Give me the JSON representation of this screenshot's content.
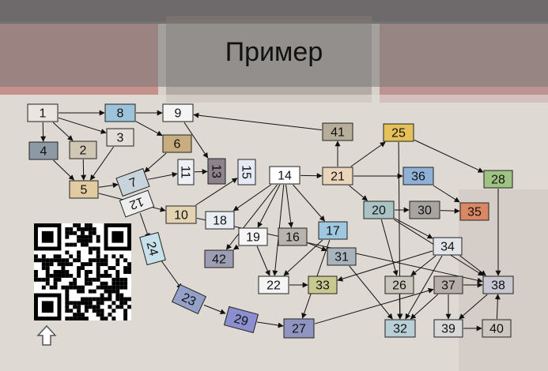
{
  "slide": {
    "title": "Пример"
  },
  "colors": {
    "title_band": "#7a7a7a",
    "edge": "#111111",
    "node_border": "#222222"
  },
  "icons": {
    "qr": "qr-code-icon",
    "nav": "up-arrow-icon"
  },
  "graph": {
    "nodes": [
      {
        "id": "1",
        "label": "1",
        "fill": "#eae6df"
      },
      {
        "id": "2",
        "label": "2",
        "fill": "#cfc6b4"
      },
      {
        "id": "3",
        "label": "3",
        "fill": "#e2ddd6"
      },
      {
        "id": "4",
        "label": "4",
        "fill": "#8d9aa6"
      },
      {
        "id": "5",
        "label": "5",
        "fill": "#e3cba1"
      },
      {
        "id": "6",
        "label": "6",
        "fill": "#c8ae7e"
      },
      {
        "id": "7",
        "label": "7",
        "fill": "#c9d3dc"
      },
      {
        "id": "8",
        "label": "8",
        "fill": "#9cc3d9"
      },
      {
        "id": "9",
        "label": "9",
        "fill": "#f4f4f4"
      },
      {
        "id": "10",
        "label": "10",
        "fill": "#e3d3b3"
      },
      {
        "id": "11",
        "label": "11",
        "fill": "#eef0f5"
      },
      {
        "id": "12",
        "label": "12",
        "fill": "#eeeeee"
      },
      {
        "id": "13",
        "label": "13",
        "fill": "#8b828a"
      },
      {
        "id": "14",
        "label": "14",
        "fill": "#ffffff"
      },
      {
        "id": "15",
        "label": "15",
        "fill": "#e6eaf5"
      },
      {
        "id": "16",
        "label": "16",
        "fill": "#b7b4ae"
      },
      {
        "id": "17",
        "label": "17",
        "fill": "#9ec7e0"
      },
      {
        "id": "18",
        "label": "18",
        "fill": "#e8eef4"
      },
      {
        "id": "19",
        "label": "19",
        "fill": "#f6f6f6"
      },
      {
        "id": "20",
        "label": "20",
        "fill": "#a9c2c4"
      },
      {
        "id": "21",
        "label": "21",
        "fill": "#ead5bb"
      },
      {
        "id": "22",
        "label": "22",
        "fill": "#f4f4f4"
      },
      {
        "id": "23",
        "label": "23",
        "fill": "#93a0c7"
      },
      {
        "id": "24",
        "label": "24",
        "fill": "#c6e1e9"
      },
      {
        "id": "25",
        "label": "25",
        "fill": "#e6c15a"
      },
      {
        "id": "26",
        "label": "26",
        "fill": "#c9c6be"
      },
      {
        "id": "27",
        "label": "27",
        "fill": "#8f94c0"
      },
      {
        "id": "28",
        "label": "28",
        "fill": "#9ec383"
      },
      {
        "id": "29",
        "label": "29",
        "fill": "#8b8fd0"
      },
      {
        "id": "30",
        "label": "30",
        "fill": "#a8a4a0"
      },
      {
        "id": "31",
        "label": "31",
        "fill": "#a9b3bb"
      },
      {
        "id": "32",
        "label": "32",
        "fill": "#b9cfd6"
      },
      {
        "id": "33",
        "label": "33",
        "fill": "#c7c98f"
      },
      {
        "id": "34",
        "label": "34",
        "fill": "#e2e4ea"
      },
      {
        "id": "35",
        "label": "35",
        "fill": "#d98863"
      },
      {
        "id": "36",
        "label": "36",
        "fill": "#8fb1d6"
      },
      {
        "id": "37",
        "label": "37",
        "fill": "#b8aea9"
      },
      {
        "id": "38",
        "label": "38",
        "fill": "#c7c6d1"
      },
      {
        "id": "39",
        "label": "39",
        "fill": "#d8d8d8"
      },
      {
        "id": "40",
        "label": "40",
        "fill": "#cdc8c0"
      },
      {
        "id": "41",
        "label": "41",
        "fill": "#b7ae9a"
      },
      {
        "id": "42",
        "label": "42",
        "fill": "#9d9db3"
      }
    ],
    "edges": [
      [
        "1",
        "8"
      ],
      [
        "1",
        "4"
      ],
      [
        "1",
        "2"
      ],
      [
        "1",
        "3"
      ],
      [
        "2",
        "5"
      ],
      [
        "3",
        "5"
      ],
      [
        "4",
        "5"
      ],
      [
        "8",
        "9"
      ],
      [
        "8",
        "6"
      ],
      [
        "6",
        "7"
      ],
      [
        "5",
        "7"
      ],
      [
        "5",
        "10"
      ],
      [
        "9",
        "13"
      ],
      [
        "11",
        "13"
      ],
      [
        "10",
        "15"
      ],
      [
        "7",
        "11"
      ],
      [
        "12",
        "24"
      ],
      [
        "24",
        "23"
      ],
      [
        "23",
        "29"
      ],
      [
        "29",
        "27"
      ],
      [
        "14",
        "21"
      ],
      [
        "14",
        "18"
      ],
      [
        "14",
        "16"
      ],
      [
        "14",
        "17"
      ],
      [
        "14",
        "19"
      ],
      [
        "14",
        "42"
      ],
      [
        "14",
        "22"
      ],
      [
        "21",
        "41"
      ],
      [
        "41",
        "9"
      ],
      [
        "21",
        "25"
      ],
      [
        "21",
        "36"
      ],
      [
        "21",
        "20"
      ],
      [
        "25",
        "28"
      ],
      [
        "36",
        "35"
      ],
      [
        "20",
        "30"
      ],
      [
        "30",
        "35"
      ],
      [
        "20",
        "26"
      ],
      [
        "20",
        "34"
      ],
      [
        "20",
        "38"
      ],
      [
        "25",
        "32"
      ],
      [
        "16",
        "31"
      ],
      [
        "17",
        "22"
      ],
      [
        "17",
        "27"
      ],
      [
        "19",
        "42"
      ],
      [
        "19",
        "22"
      ],
      [
        "22",
        "33"
      ],
      [
        "31",
        "32"
      ],
      [
        "34",
        "33"
      ],
      [
        "34",
        "32"
      ],
      [
        "34",
        "38"
      ],
      [
        "34",
        "26"
      ],
      [
        "26",
        "32"
      ],
      [
        "37",
        "32"
      ],
      [
        "37",
        "38"
      ],
      [
        "37",
        "39"
      ],
      [
        "38",
        "39"
      ],
      [
        "39",
        "40"
      ],
      [
        "40",
        "38"
      ],
      [
        "28",
        "38"
      ],
      [
        "10",
        "38"
      ],
      [
        "27",
        "37"
      ]
    ]
  }
}
